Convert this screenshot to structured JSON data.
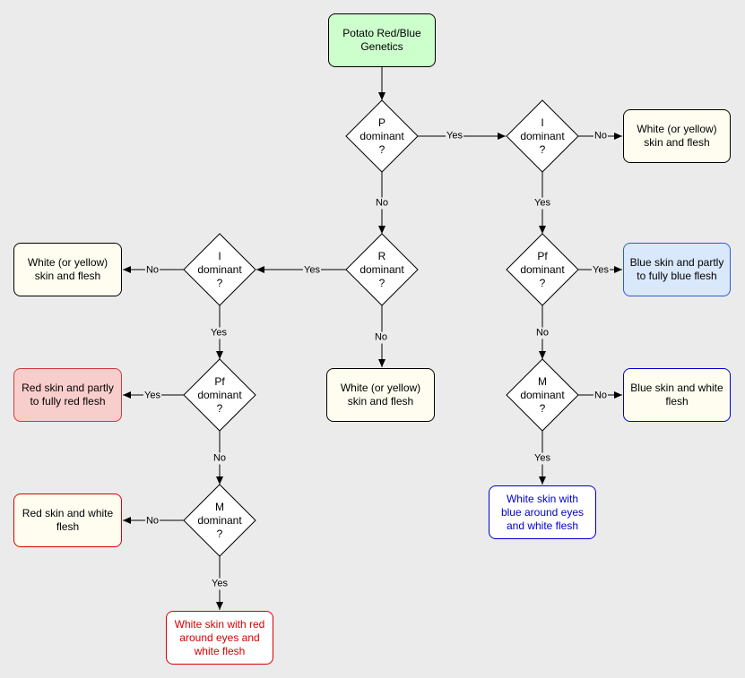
{
  "diagram": {
    "start": "Potato Red/Blue Genetics",
    "decisions": {
      "p": [
        "P",
        "dominant",
        "?"
      ],
      "i_right": [
        "I",
        "dominant",
        "?"
      ],
      "r": [
        "R",
        "dominant",
        "?"
      ],
      "pf_right": [
        "Pf",
        "dominant",
        "?"
      ],
      "m_right": [
        "M",
        "dominant",
        "?"
      ],
      "i_left": [
        "I",
        "dominant",
        "?"
      ],
      "pf_left": [
        "Pf",
        "dominant",
        "?"
      ],
      "m_left": [
        "M",
        "dominant",
        "?"
      ]
    },
    "outcomes": {
      "white_yellow_right": "White (or yellow) skin and flesh",
      "white_yellow_left": "White (or yellow) skin and flesh",
      "white_yellow_mid": "White (or yellow) skin and flesh",
      "blue_partly": "Blue skin and partly to fully blue flesh",
      "blue_white": "Blue skin and white flesh",
      "white_blue_eyes": "White skin with blue around eyes and white flesh",
      "red_partly": "Red skin and partly to fully red flesh",
      "red_white": "Red skin and white flesh",
      "white_red_eyes": "White skin with red around eyes and white flesh"
    },
    "edge_labels": {
      "yes": "Yes",
      "no": "No"
    },
    "colors": {
      "background": "#ebebeb",
      "start_fill": "#ccffcc",
      "outcome_fill": "#fefdf0",
      "blue_fill": "#dae8fc",
      "red_fill": "#f8cecc",
      "red_text": "#d80000",
      "blue_text": "#0000cc"
    }
  }
}
